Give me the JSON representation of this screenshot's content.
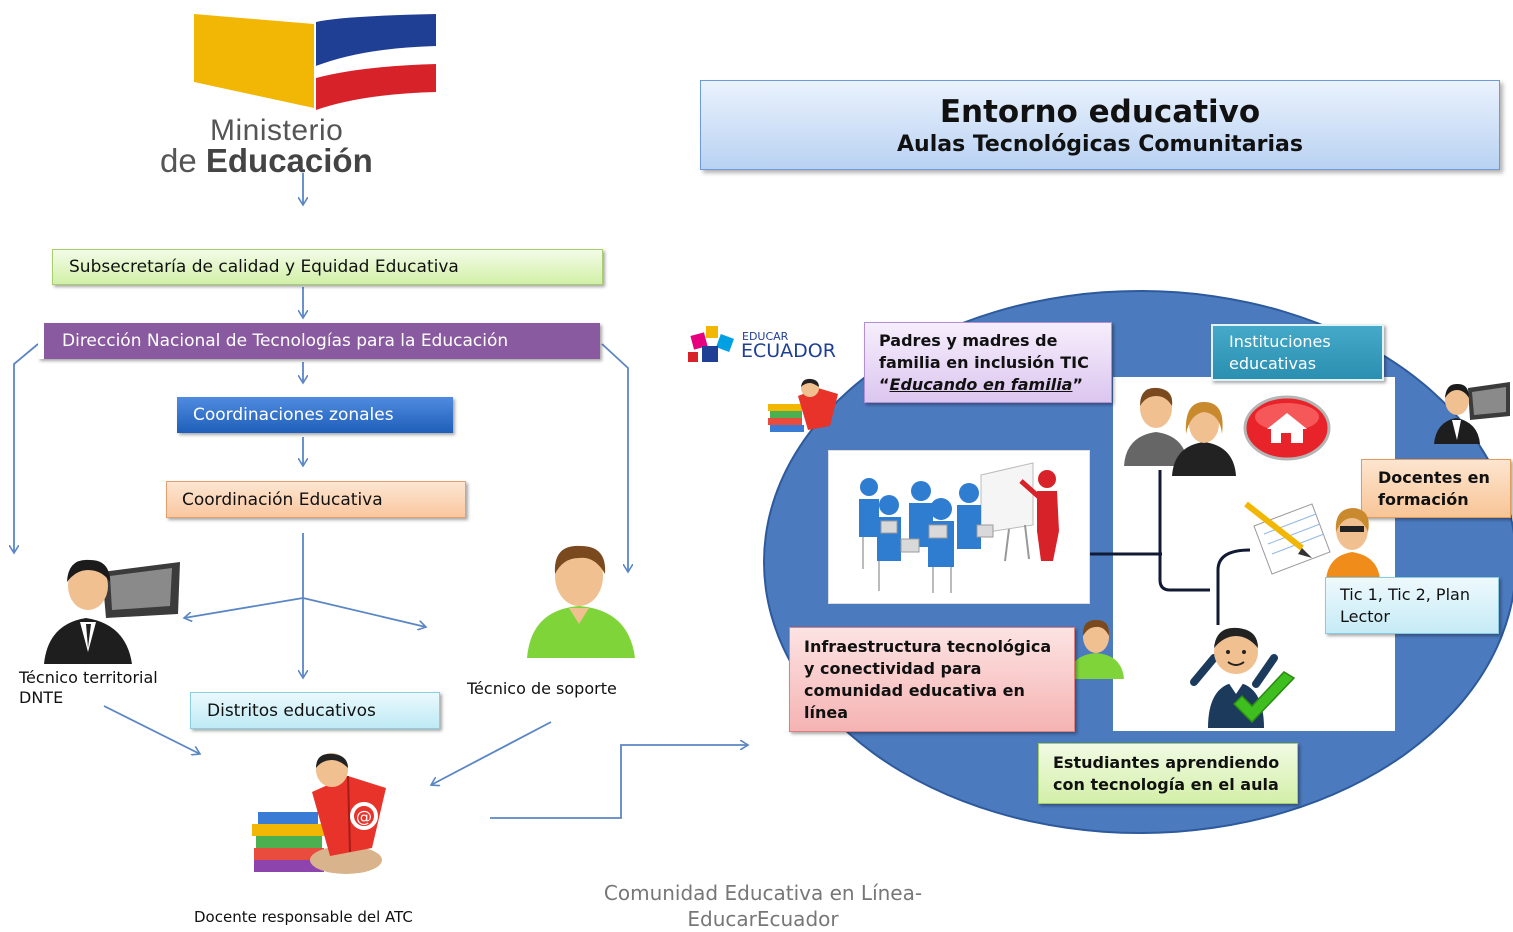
{
  "logo": {
    "line1": "Ministerio",
    "line2_prefix": "de ",
    "line2_bold": "Educación"
  },
  "title": {
    "main": "Entorno educativo",
    "sub": "Aulas Tecnológicas Comunitarias"
  },
  "hierarchy": {
    "subsecretaria": "Subsecretaría de calidad y Equidad Educativa",
    "direccion": "Dirección Nacional de Tecnologías para la Educación",
    "coordinaciones": "Coordinaciones zonales",
    "coordinacion_educativa": "Coordinación Educativa",
    "distritos": "Distritos educativos"
  },
  "roles": {
    "tecnico_territorial_1": "Técnico territorial",
    "tecnico_territorial_2": "DNTE",
    "tecnico_soporte": "Técnico de soporte",
    "docente_responsable": "Docente responsable del ATC"
  },
  "footer": {
    "line1": "Comunidad Educativa en Línea-",
    "line2": "EducarEcuador"
  },
  "educar_logo": {
    "small": "EDUCAR",
    "big": "ECUADOR"
  },
  "entorno": {
    "padres_1": "Padres y madres de",
    "padres_2": "familia en inclusión TIC",
    "padres_3_open": "“",
    "padres_3_em": "Educando en familia",
    "padres_3_close": "”",
    "instituciones_1": "Instituciones",
    "instituciones_2": "educativas",
    "docentes_1": "Docentes en",
    "docentes_2": "formación",
    "tic_1": "Tic 1, Tic 2, Plan",
    "tic_2": "Lector",
    "infra_1": "Infraestructura tecnológica",
    "infra_2": "y conectividad para",
    "infra_3": "comunidad educativa en",
    "infra_4": "línea",
    "estudiantes_1": "Estudiantes aprendiendo",
    "estudiantes_2": "con tecnología en el aula"
  },
  "colors": {
    "arrow": "#5b86c4",
    "ecuador_yellow": "#f2b705",
    "ecuador_blue": "#1f3f94",
    "ecuador_red": "#d8222a",
    "ellipse": "#4c7abf"
  }
}
